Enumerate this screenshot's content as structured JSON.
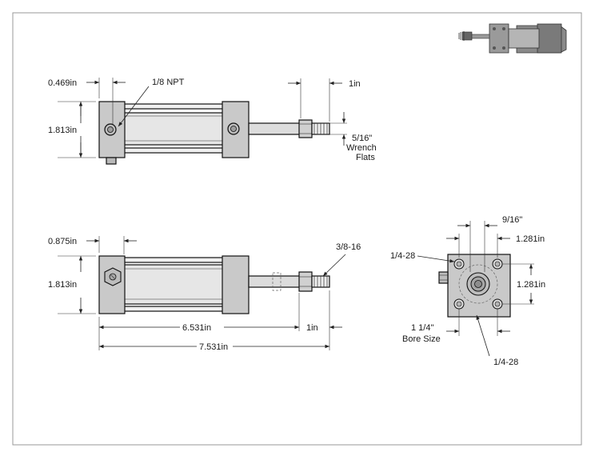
{
  "drawing": {
    "colors": {
      "line": "#222222",
      "block": "#c9c9c9",
      "tube": "#e6e6e6",
      "rod": "#dcdcdc",
      "iso": "#8a8a8a",
      "paper": "#ffffff"
    },
    "top_view": {
      "dim_port_offset": "0.469in",
      "dim_height": "1.813in",
      "port_label": "1/8 NPT",
      "dim_thread_len": "1in",
      "wrench_flats": [
        "5/16\"",
        "Wrench",
        "Flats"
      ]
    },
    "front_view": {
      "dim_port_offset": "0.875in",
      "dim_height": "1.813in",
      "thread_label": "3/8-16",
      "dim_body_len": "6.531in",
      "dim_rod_len": "1in",
      "dim_overall": "7.531in"
    },
    "end_view": {
      "dim_flat": "9/16\"",
      "dim_bolt_h": "1.281in",
      "dim_bolt_v": "1.281in",
      "tap_label_top": "1/4-28",
      "tap_label_bottom": "1/4-28",
      "bore_label": [
        "1 1/4\"",
        "Bore Size"
      ]
    }
  }
}
